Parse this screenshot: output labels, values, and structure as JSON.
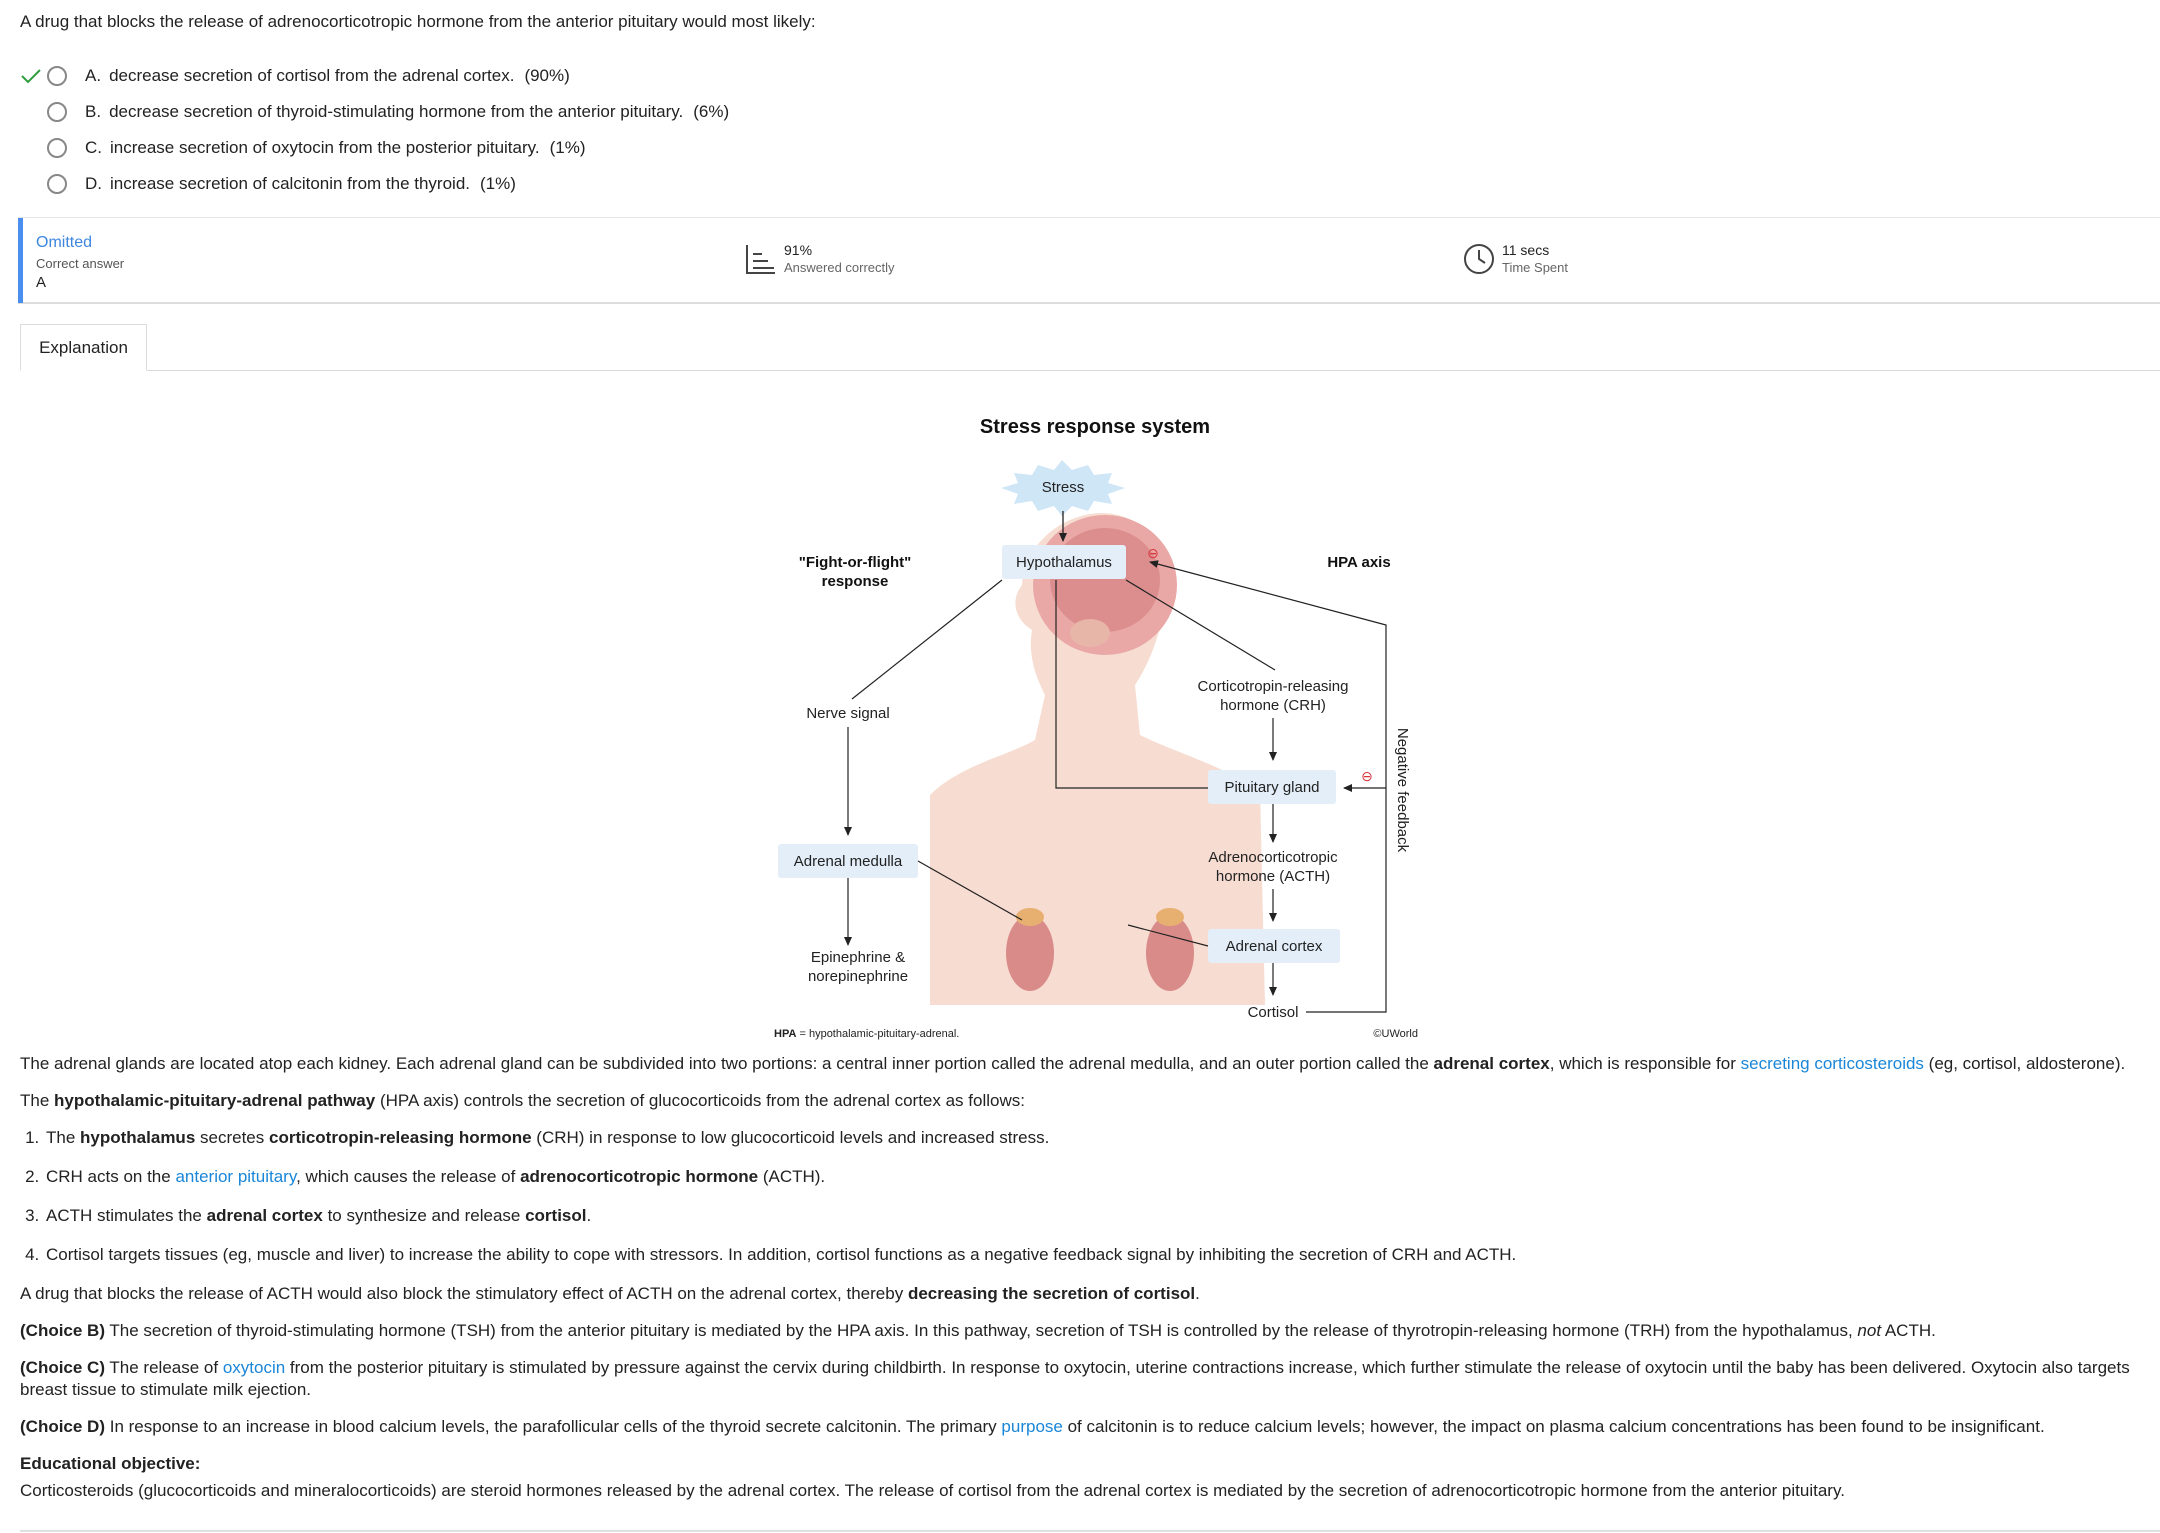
{
  "question": {
    "text": "A drug that blocks the release of adrenocorticotropic hormone from the anterior pituitary would most likely:",
    "choices": [
      {
        "letter": "A.",
        "text": "decrease secretion of cortisol from the adrenal cortex.",
        "pct": "(90%)"
      },
      {
        "letter": "B.",
        "text": "decrease secretion of thyroid-stimulating hormone from the anterior pituitary.",
        "pct": "(6%)"
      },
      {
        "letter": "C.",
        "text": "increase secretion of oxytocin from the posterior pituitary.",
        "pct": "(1%)"
      },
      {
        "letter": "D.",
        "text": "increase secretion of calcitonin from the thyroid.",
        "pct": "(1%)"
      }
    ]
  },
  "stats": {
    "status": "Omitted",
    "correct_label": "Correct answer",
    "correct_value": "A",
    "percent": "91%",
    "percent_label": "Answered correctly",
    "time": "11 secs",
    "time_label": "Time Spent"
  },
  "tabs": {
    "explanation": "Explanation"
  },
  "figure": {
    "title": "Stress response system",
    "stress": "Stress",
    "hypothalamus": "Hypothalamus",
    "fight_flight_1": "\"Fight-or-flight\"",
    "fight_flight_2": "response",
    "hpa_axis": "HPA axis",
    "crh_1": "Corticotropin-releasing",
    "crh_2": "hormone (CRH)",
    "nerve_signal": "Nerve signal",
    "pituitary": "Pituitary gland",
    "negative_feedback": "Negative feedback",
    "acth_1": "Adrenocorticotropic",
    "acth_2": "hormone (ACTH)",
    "adrenal_medulla": "Adrenal medulla",
    "adrenal_cortex": "Adrenal cortex",
    "epi_1": "Epinephrine &",
    "epi_2": "norepinephrine",
    "cortisol": "Cortisol",
    "footnote_bold": "HPA",
    "footnote_rest": " = hypothalamic-pituitary-adrenal.",
    "copyright": "©UWorld",
    "inhibit_symbol": "⊖"
  },
  "explanation": {
    "p1_a": "The adrenal glands are located atop each kidney.  Each adrenal gland can be subdivided into two portions: a central inner portion called the adrenal medulla, and an outer portion called the ",
    "p1_b": "adrenal cortex",
    "p1_c": ", which is responsible for ",
    "p1_link": "secreting corticosteroids",
    "p1_d": " (eg, cortisol, aldosterone).",
    "p2_a": "The ",
    "p2_b": "hypothalamic-pituitary-adrenal pathway",
    "p2_c": " (HPA axis) controls the secretion of glucocorticoids from the adrenal cortex as follows:",
    "l1_a": "The ",
    "l1_b": "hypothalamus",
    "l1_c": " secretes ",
    "l1_d": "corticotropin-releasing hormone",
    "l1_e": " (CRH) in response to low glucocorticoid levels and increased stress.",
    "l2_a": "CRH acts on the ",
    "l2_link": "anterior pituitary",
    "l2_b": ", which causes the release of ",
    "l2_c": "adrenocorticotropic hormone",
    "l2_d": " (ACTH).",
    "l3_a": "ACTH stimulates the ",
    "l3_b": "adrenal cortex",
    "l3_c": " to synthesize and release ",
    "l3_d": "cortisol",
    "l3_e": ".",
    "l4": "Cortisol targets tissues (eg, muscle and liver) to increase the ability to cope with stressors.  In addition, cortisol functions as a negative feedback signal by inhibiting the secretion of CRH and ACTH.",
    "p3_a": "A drug that blocks the release of ACTH would also block the stimulatory effect of ACTH on the adrenal cortex, thereby ",
    "p3_b": "decreasing the secretion of cortisol",
    "p3_c": ".",
    "pb_label": "(Choice B)",
    "pb_a": "  The secretion of thyroid-stimulating hormone (TSH) from the anterior pituitary is mediated by the HPA axis.  In this pathway, secretion of TSH is controlled by the release of thyrotropin-releasing hormone (TRH) from the hypothalamus, ",
    "pb_i": "not",
    "pb_b": " ACTH.",
    "pc_label": "(Choice C)",
    "pc_a": "  The release of ",
    "pc_link": "oxytocin",
    "pc_b": " from the posterior pituitary is stimulated by pressure against the cervix during childbirth.  In response to oxytocin, uterine contractions increase, which further stimulate the release of oxytocin until the baby has been delivered.  Oxytocin also targets breast tissue to stimulate milk ejection.",
    "pd_label": "(Choice D)",
    "pd_a": "  In response to an increase in blood calcium levels, the parafollicular cells of the thyroid secrete calcitonin.  The primary ",
    "pd_link": "purpose",
    "pd_b": " of calcitonin is to reduce calcium levels; however, the impact on plasma calcium concentrations has been found to be insignificant.",
    "edu_heading": "Educational objective:",
    "edu_text": "Corticosteroids (glucocorticoids and mineralocorticoids) are steroid hormones released by the adrenal cortex.  The release of cortisol from the adrenal cortex is mediated by the secretion of adrenocorticotropic hormone from the anterior pituitary."
  },
  "colors": {
    "accent": "#4a8ff0",
    "link": "#1a86d8",
    "check": "#2e9e3e",
    "box_fill": "#e3eef8",
    "inhibit": "#d9343b"
  },
  "icons": [
    "check-icon",
    "radio-icon",
    "bar-chart-icon",
    "clock-icon"
  ]
}
